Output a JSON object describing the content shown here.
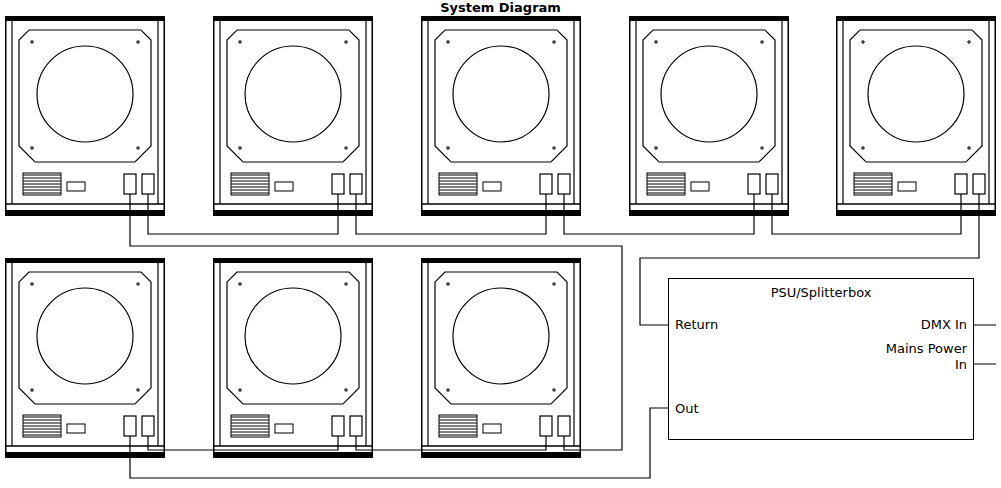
{
  "diagram": {
    "title": "System Diagram",
    "nodes": [
      {
        "text": [
          "PSU/Splitterbox",
          "Return",
          "DMX In",
          "Mains Power In",
          "Out"
        ]
      }
    ]
  }
}
